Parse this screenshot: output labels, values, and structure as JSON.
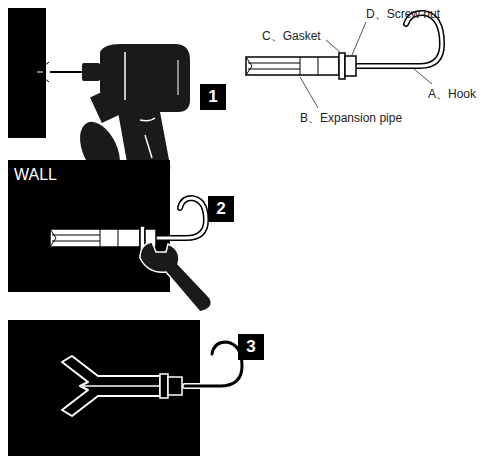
{
  "diagram": {
    "labels": [
      "1",
      "D、Screw nut",
      "C、Gasket",
      "A、Hook",
      "B、Expansion pipe",
      "WALL",
      "2",
      "3"
    ]
  }
}
